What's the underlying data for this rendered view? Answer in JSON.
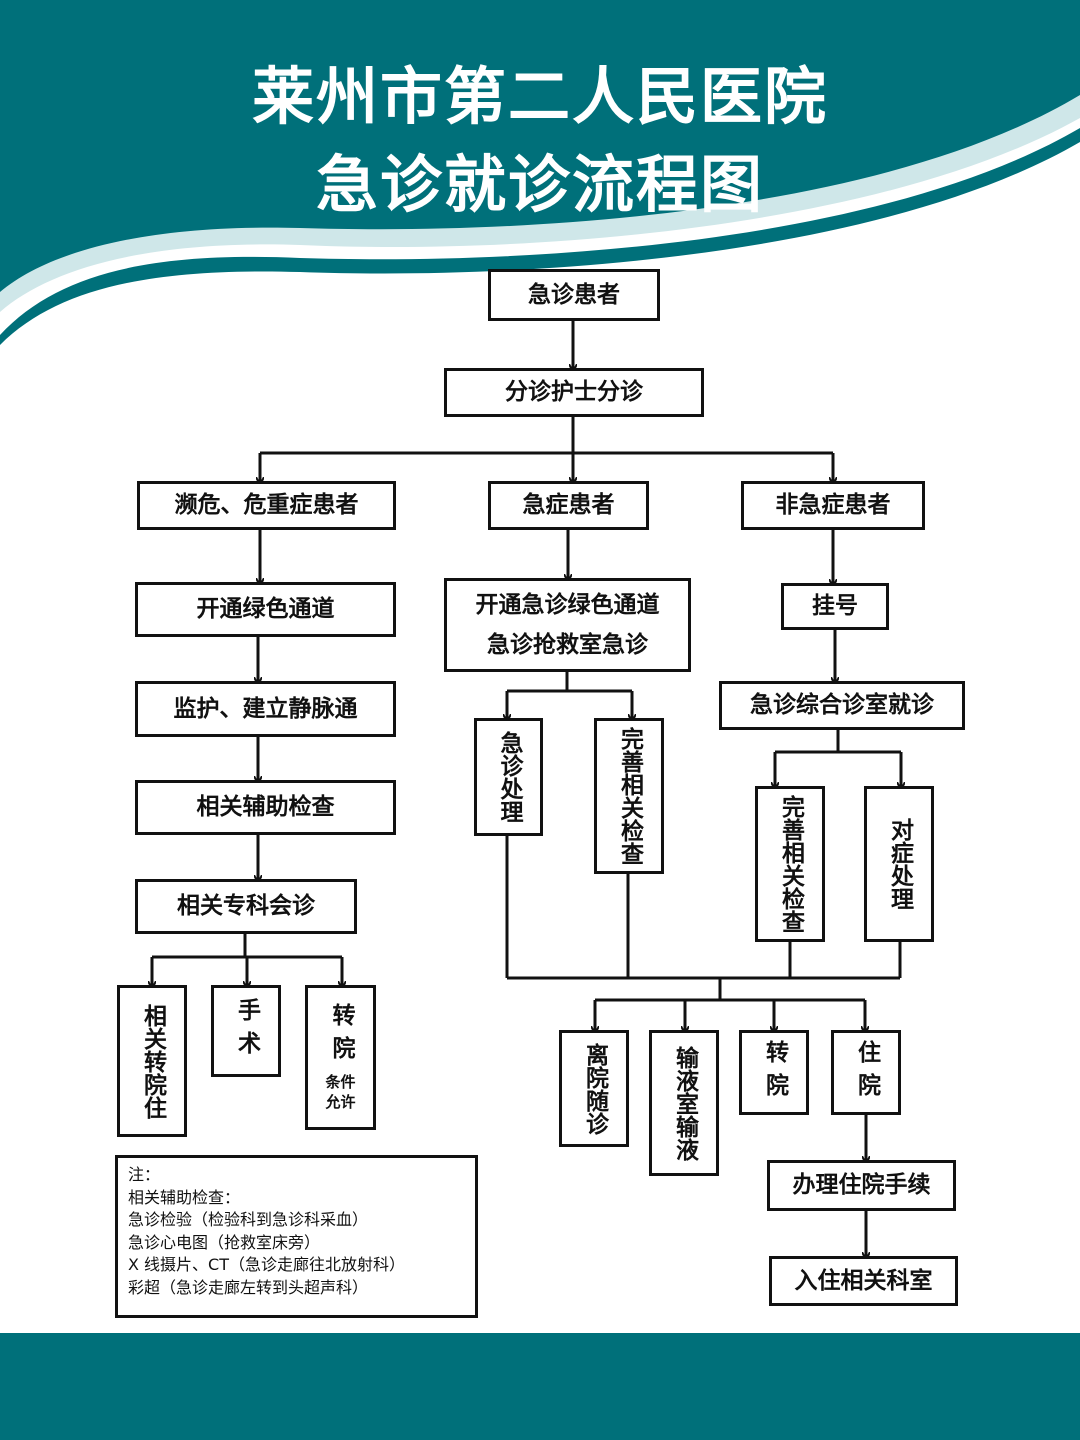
{
  "title": {
    "line1": "莱州市第二人民医院",
    "line2": "急诊就诊流程图"
  },
  "colors": {
    "teal": "#00707a",
    "teal_light": "#cfe7e9",
    "box_border": "#111111"
  },
  "nodes": {
    "patient": "急诊患者",
    "triage": "分诊护士分诊",
    "critical": "濒危、危重症患者",
    "urgent": "急症患者",
    "nonurgent": "非急症患者",
    "green_channel": "开通绿色通道",
    "er_green_line1": "开通急诊绿色通道",
    "er_green_line2": "急诊抢救室急诊",
    "register": "挂号",
    "monitor": "监护、建立静脉通",
    "er_clinic": "急诊综合诊室就诊",
    "aux_exam": "相关辅助检查",
    "specialist": "相关专科会诊",
    "er_treat": "急诊处理",
    "complete_exam_a": "完善相关检查",
    "complete_exam_b": "完善相关检查",
    "symptomatic": "对症处理",
    "transfer_admit": "相关转院住",
    "surgery": "手术",
    "transfer_cond_main": "转院",
    "transfer_cond_sub": "条件允许",
    "leave": "离院随诊",
    "infusion": "输液室输液",
    "transfer": "转院",
    "admit": "住院",
    "admission_proc": "办理住院手续",
    "ward": "入住相关科室"
  },
  "note": {
    "lines": [
      "注：",
      "相关辅助检查：",
      "急诊检验（检验科到急诊科采血）",
      "急诊心电图（抢救室床旁）",
      "X 线摄片、CT（急诊走廊往北放射科）",
      "彩超（急诊走廊左转到头超声科）"
    ]
  }
}
